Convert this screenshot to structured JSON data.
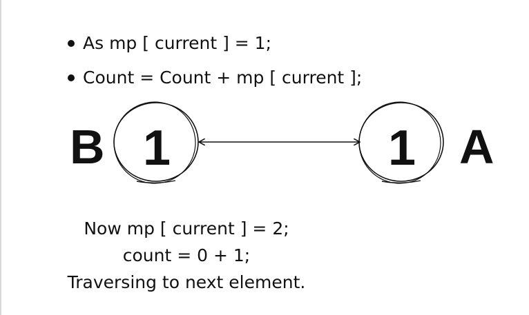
{
  "bullets": [
    "As mp [ current ] = 1;",
    "Count = Count + mp [ current ];"
  ],
  "nodes": {
    "left": {
      "label": "B",
      "value": "1"
    },
    "right": {
      "label": "A",
      "value": "1"
    }
  },
  "notes": [
    "Now mp [ current ] = 2;",
    "count = 0 + 1;",
    "Traversing to next element."
  ]
}
